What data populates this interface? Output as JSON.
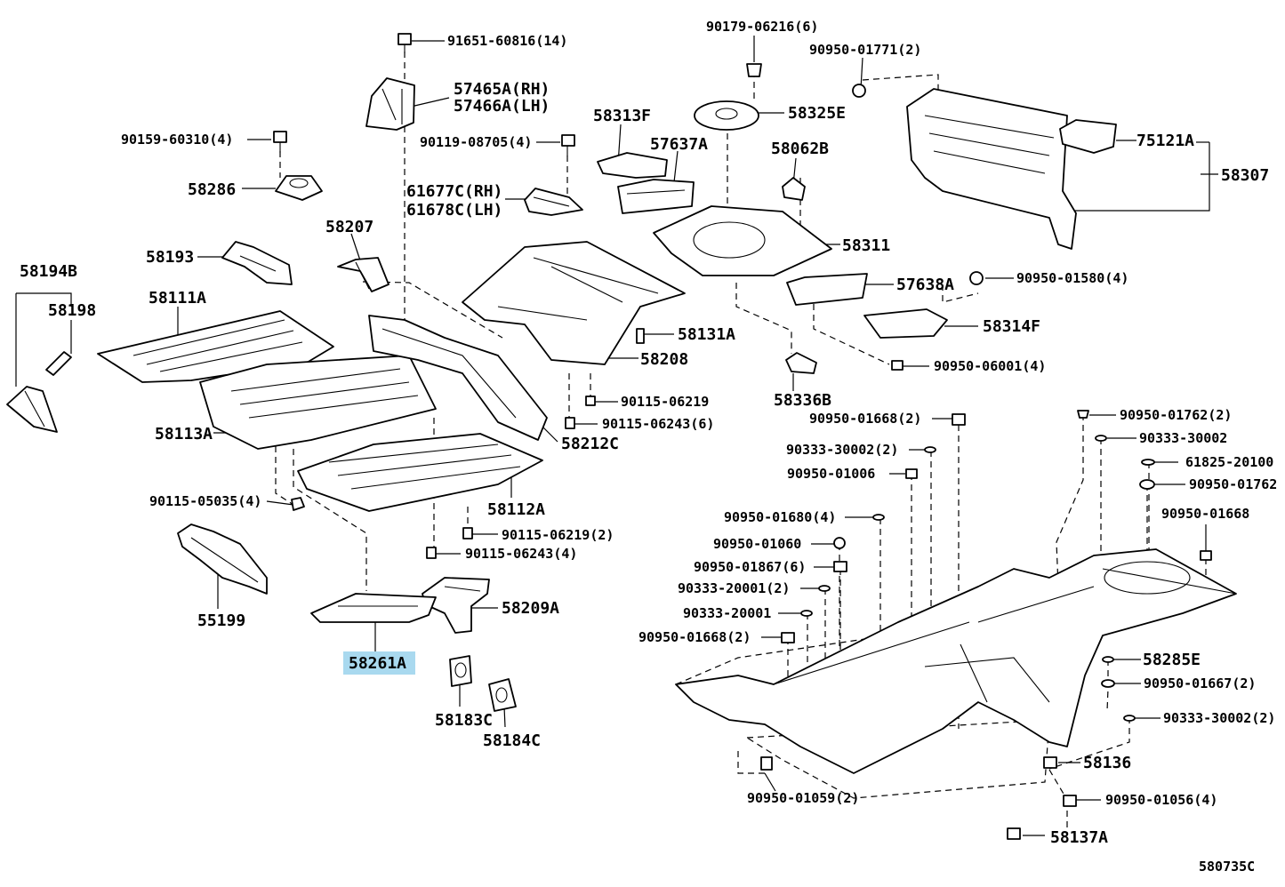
{
  "highlight_color": "#a9d9ef",
  "labels": {
    "p91651": "91651-60816(14)",
    "p57465a": "57465A(RH)",
    "p57466a": "57466A(LH)",
    "p90159": "90159-60310(4)",
    "p90119": "90119-08705(4)",
    "p58286": "58286",
    "p61677c": "61677C(RH)",
    "p61678c": "61678C(LH)",
    "p58207": "58207",
    "p58193": "58193",
    "p58194b": "58194B",
    "p58198": "58198",
    "p58111a": "58111A",
    "p58113a": "58113A",
    "p58313f": "58313F",
    "p57637a": "57637A",
    "p90179": "90179-06216(6)",
    "p90950_01771": "90950-01771(2)",
    "p58325e": "58325E",
    "p58062b": "58062B",
    "p75121a": "75121A",
    "p58307": "58307",
    "p58311": "58311",
    "p57638a": "57638A",
    "p90950_01580": "90950-01580(4)",
    "p58314f": "58314F",
    "p90950_06001": "90950-06001(4)",
    "p58131a": "58131A",
    "p58208": "58208",
    "p58336b": "58336B",
    "p90115_06219a": "90115-06219",
    "p90115_06243a": "90115-06243(6)",
    "p58212c": "58212C",
    "p90115_05035": "90115-05035(4)",
    "p58112a": "58112A",
    "p90115_06219b": "90115-06219(2)",
    "p90115_06243b": "90115-06243(4)",
    "p55199": "55199",
    "p58209a": "58209A",
    "p58261a": "58261A",
    "p58183c": "58183C",
    "p58184c": "58184C",
    "p90950_01668a": "90950-01668(2)",
    "p90333_30002a": "90333-30002(2)",
    "p90950_01006": "90950-01006",
    "p90950_01680": "90950-01680(4)",
    "p90950_01060": "90950-01060",
    "p90950_01867": "90950-01867(6)",
    "p90333_20001a": "90333-20001(2)",
    "p90333_20001b": "90333-20001",
    "p90950_01668b": "90950-01668(2)",
    "p90950_01762a": "90950-01762(2)",
    "p90333_30002b": "90333-30002",
    "p61825": "61825-20100",
    "p90950_01762b": "90950-01762",
    "p90950_01668c": "90950-01668",
    "p58285e": "58285E",
    "p90950_01667": "90950-01667(2)",
    "p90333_30002c": "90333-30002(2)",
    "p58136": "58136",
    "p90950_01059": "90950-01059(2)",
    "p90950_01056": "90950-01056(4)",
    "p58137a": "58137A",
    "diagram_code": "580735C"
  }
}
